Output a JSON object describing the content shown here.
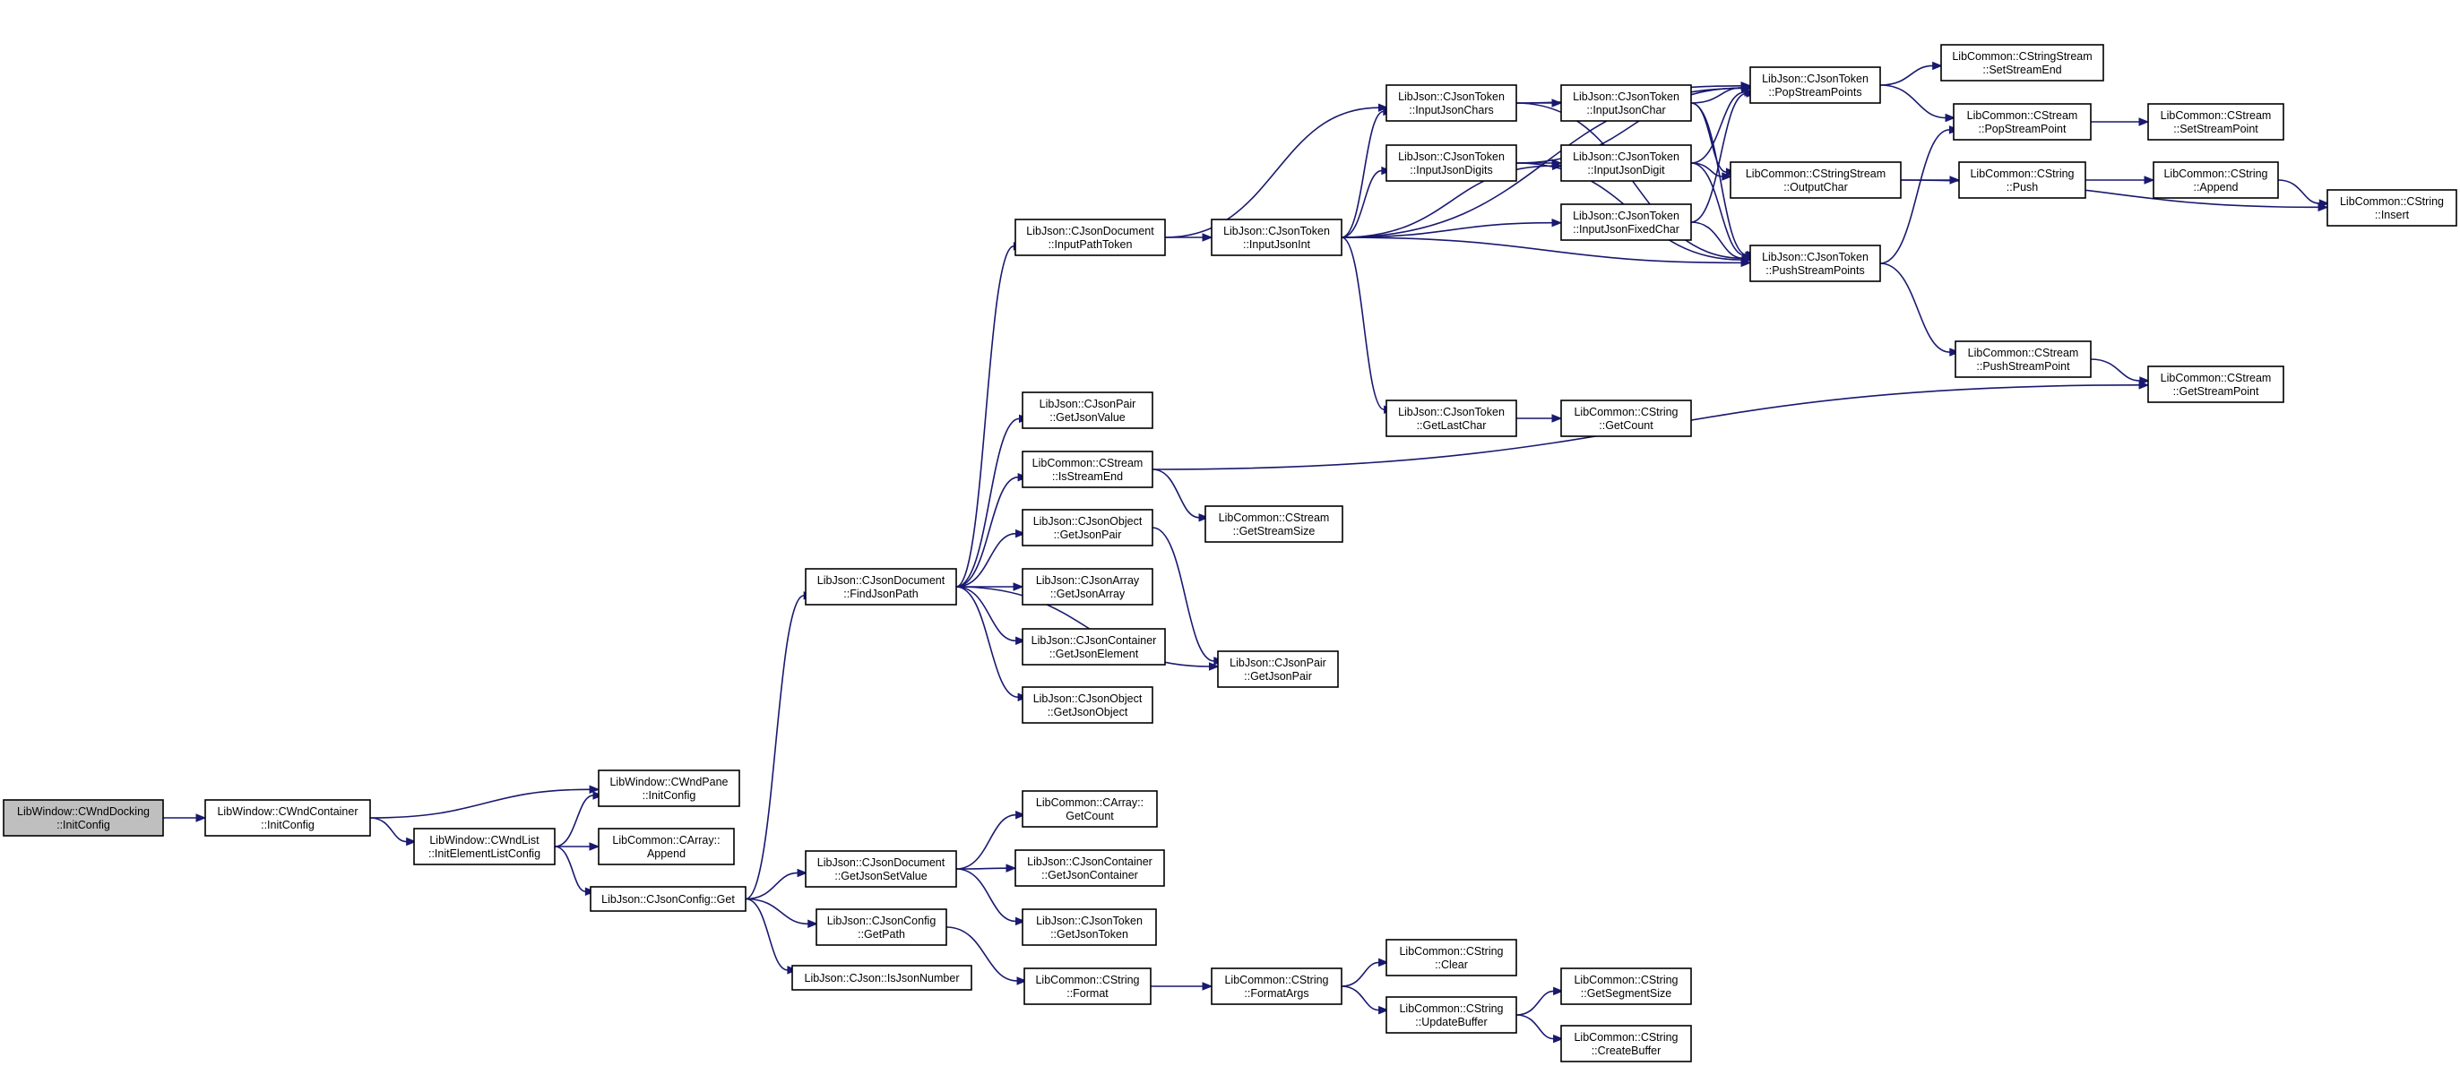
{
  "colors": {
    "edge": "#191970",
    "node_border": "#000000",
    "root_fill": "#bfbfbf",
    "node_fill": "#ffffff"
  },
  "nodes": {
    "n1": {
      "lines": [
        "LibWindow::CWndDocking",
        "::InitConfig"
      ]
    },
    "n2": {
      "lines": [
        "LibWindow::CWndContainer",
        "::InitConfig"
      ]
    },
    "n3": {
      "lines": [
        "LibWindow::CWndPane",
        "::InitConfig"
      ]
    },
    "n4": {
      "lines": [
        "LibWindow::CWndList",
        "::InitElementListConfig"
      ]
    },
    "n5": {
      "lines": [
        "LibCommon::CArray::",
        "Append"
      ]
    },
    "n6": {
      "lines": [
        "LibJson::CJsonConfig::Get"
      ]
    },
    "n7": {
      "lines": [
        "LibJson::CJsonDocument",
        "::FindJsonPath"
      ]
    },
    "n8": {
      "lines": [
        "LibJson::CJsonDocument",
        "::GetJsonSetValue"
      ]
    },
    "n9": {
      "lines": [
        "LibJson::CJsonConfig",
        "::GetPath"
      ]
    },
    "n10": {
      "lines": [
        "LibJson::CJson::IsJsonNumber"
      ]
    },
    "n11": {
      "lines": [
        "LibJson::CJsonDocument",
        "::InputPathToken"
      ]
    },
    "n12": {
      "lines": [
        "LibJson::CJsonPair",
        "::GetJsonValue"
      ]
    },
    "n13": {
      "lines": [
        "LibCommon::CStream",
        "::IsStreamEnd"
      ]
    },
    "n14": {
      "lines": [
        "LibJson::CJsonObject",
        "::GetJsonPair"
      ]
    },
    "n15": {
      "lines": [
        "LibJson::CJsonArray",
        "::GetJsonArray"
      ]
    },
    "n16": {
      "lines": [
        "LibJson::CJsonContainer",
        "::GetJsonElement"
      ]
    },
    "n17": {
      "lines": [
        "LibJson::CJsonObject",
        "::GetJsonObject"
      ]
    },
    "n18": {
      "lines": [
        "LibJson::CJsonPair",
        "::GetJsonPair"
      ]
    },
    "n19": {
      "lines": [
        "LibCommon::CArray::",
        "GetCount"
      ]
    },
    "n20": {
      "lines": [
        "LibJson::CJsonContainer",
        "::GetJsonContainer"
      ]
    },
    "n21": {
      "lines": [
        "LibJson::CJsonToken",
        "::GetJsonToken"
      ]
    },
    "n22": {
      "lines": [
        "LibCommon::CString",
        "::Format"
      ]
    },
    "n23": {
      "lines": [
        "LibJson::CJsonToken",
        "::InputJsonInt"
      ]
    },
    "n24": {
      "lines": [
        "LibCommon::CStream",
        "::GetStreamSize"
      ]
    },
    "n25": {
      "lines": [
        "LibCommon::CString",
        "::FormatArgs"
      ]
    },
    "n26": {
      "lines": [
        "LibJson::CJsonToken",
        "::InputJsonChars"
      ]
    },
    "n27": {
      "lines": [
        "LibJson::CJsonToken",
        "::InputJsonDigits"
      ]
    },
    "n28": {
      "lines": [
        "LibJson::CJsonToken",
        "::GetLastChar"
      ]
    },
    "n29": {
      "lines": [
        "LibCommon::CString",
        "::Clear"
      ]
    },
    "n30": {
      "lines": [
        "LibCommon::CString",
        "::UpdateBuffer"
      ]
    },
    "n31": {
      "lines": [
        "LibJson::CJsonToken",
        "::InputJsonChar"
      ]
    },
    "n32": {
      "lines": [
        "LibJson::CJsonToken",
        "::InputJsonDigit"
      ]
    },
    "n33": {
      "lines": [
        "LibJson::CJsonToken",
        "::InputJsonFixedChar"
      ]
    },
    "n34": {
      "lines": [
        "LibCommon::CString",
        "::GetCount"
      ]
    },
    "n35": {
      "lines": [
        "LibCommon::CString",
        "::GetSegmentSize"
      ]
    },
    "n36": {
      "lines": [
        "LibCommon::CString",
        "::CreateBuffer"
      ]
    },
    "n37": {
      "lines": [
        "LibJson::CJsonToken",
        "::PopStreamPoints"
      ]
    },
    "n38": {
      "lines": [
        "LibCommon::CStringStream",
        "::OutputChar"
      ]
    },
    "n39": {
      "lines": [
        "LibJson::CJsonToken",
        "::PushStreamPoints"
      ]
    },
    "n40": {
      "lines": [
        "LibCommon::CStringStream",
        "::SetStreamEnd"
      ]
    },
    "n41": {
      "lines": [
        "LibCommon::CStream",
        "::PopStreamPoint"
      ]
    },
    "n42": {
      "lines": [
        "LibCommon::CString",
        "::Push"
      ]
    },
    "n43": {
      "lines": [
        "LibCommon::CStream",
        "::PushStreamPoint"
      ]
    },
    "n44": {
      "lines": [
        "LibCommon::CStream",
        "::SetStreamPoint"
      ]
    },
    "n45": {
      "lines": [
        "LibCommon::CString",
        "::Append"
      ]
    },
    "n46": {
      "lines": [
        "LibCommon::CStream",
        "::GetStreamPoint"
      ]
    },
    "n47": {
      "lines": [
        "LibCommon::CString",
        "::Insert"
      ]
    }
  },
  "edges": [
    [
      "n1",
      "n2"
    ],
    [
      "n2",
      "n3"
    ],
    [
      "n2",
      "n4"
    ],
    [
      "n4",
      "n3"
    ],
    [
      "n4",
      "n5"
    ],
    [
      "n4",
      "n6"
    ],
    [
      "n6",
      "n7"
    ],
    [
      "n6",
      "n8"
    ],
    [
      "n6",
      "n9"
    ],
    [
      "n6",
      "n10"
    ],
    [
      "n7",
      "n11"
    ],
    [
      "n7",
      "n12"
    ],
    [
      "n7",
      "n13"
    ],
    [
      "n7",
      "n14"
    ],
    [
      "n7",
      "n15"
    ],
    [
      "n7",
      "n16"
    ],
    [
      "n7",
      "n17"
    ],
    [
      "n7",
      "n18"
    ],
    [
      "n8",
      "n19"
    ],
    [
      "n8",
      "n20"
    ],
    [
      "n8",
      "n21"
    ],
    [
      "n9",
      "n22"
    ],
    [
      "n11",
      "n23"
    ],
    [
      "n11",
      "n26"
    ],
    [
      "n13",
      "n24"
    ],
    [
      "n13",
      "n46"
    ],
    [
      "n14",
      "n18"
    ],
    [
      "n22",
      "n25"
    ],
    [
      "n25",
      "n29"
    ],
    [
      "n25",
      "n30"
    ],
    [
      "n30",
      "n35"
    ],
    [
      "n30",
      "n36"
    ],
    [
      "n23",
      "n26"
    ],
    [
      "n23",
      "n27"
    ],
    [
      "n23",
      "n28"
    ],
    [
      "n23",
      "n32"
    ],
    [
      "n23",
      "n33"
    ],
    [
      "n23",
      "n37"
    ],
    [
      "n23",
      "n39"
    ],
    [
      "n26",
      "n31"
    ],
    [
      "n26",
      "n37"
    ],
    [
      "n26",
      "n39"
    ],
    [
      "n27",
      "n32"
    ],
    [
      "n27",
      "n37"
    ],
    [
      "n27",
      "n39"
    ],
    [
      "n28",
      "n34"
    ],
    [
      "n31",
      "n37"
    ],
    [
      "n31",
      "n38"
    ],
    [
      "n31",
      "n39"
    ],
    [
      "n32",
      "n37"
    ],
    [
      "n32",
      "n38"
    ],
    [
      "n32",
      "n39"
    ],
    [
      "n33",
      "n37"
    ],
    [
      "n33",
      "n39"
    ],
    [
      "n37",
      "n40"
    ],
    [
      "n37",
      "n41"
    ],
    [
      "n41",
      "n44"
    ],
    [
      "n38",
      "n42"
    ],
    [
      "n38",
      "n47"
    ],
    [
      "n42",
      "n45"
    ],
    [
      "n45",
      "n47"
    ],
    [
      "n39",
      "n41"
    ],
    [
      "n39",
      "n43"
    ],
    [
      "n43",
      "n46"
    ]
  ]
}
